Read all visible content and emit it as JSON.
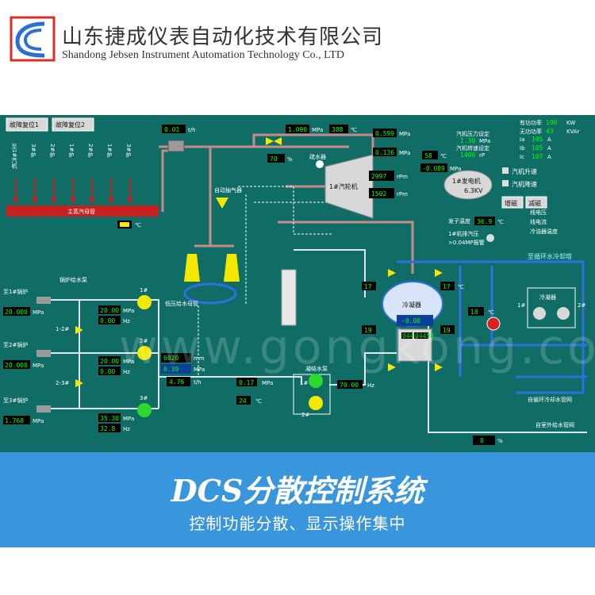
{
  "company": {
    "name_cn": "山东捷成仪表自动化技术有限公司",
    "name_en": "Shandong Jebsen Instrument Automation Technology Co., LTD"
  },
  "scada": {
    "buttons": {
      "fault_reset_1": "故障复位1",
      "fault_reset_2": "故障复位2",
      "increase_mag": "增磁",
      "decrease_mag": "减磁"
    },
    "boilers": [
      "至1#汽机",
      "3#炉",
      "2#炉",
      "1#炉",
      "2#炉",
      "1#炉",
      "3#炉"
    ],
    "header_label": "主蒸汽母管",
    "top_flow": {
      "value": "0.01",
      "unit": "t/h"
    },
    "steam_pressure": {
      "value": "1.090",
      "unit": "MPa"
    },
    "steam_temp": {
      "value": "388",
      "unit": "℃"
    },
    "exhaust_pressure": {
      "value": "0.599",
      "unit": "MPa"
    },
    "exhaust_temp": {
      "value": "0.136",
      "unit": "MPa"
    },
    "valve_open": {
      "value": "70",
      "unit": "%"
    },
    "turbine": {
      "label": "1#汽轮机",
      "speed1": "2997",
      "speed2": "1502",
      "unit": "rPm"
    },
    "generator": {
      "label": "1#发电机",
      "voltage": "6.3KV"
    },
    "gen_temp": {
      "value": "58",
      "unit": "℃"
    },
    "gen_neg": {
      "value": "-0.089",
      "unit": "MPa"
    },
    "power": {
      "active_label": "有功功率",
      "active": "190",
      "active_unit": "KW",
      "reactive_label": "无功功率",
      "reactive": "43",
      "reactive_unit": "KVAr"
    },
    "turbine_settings": {
      "pressure_label": "汽机压力设定",
      "pressure": "1.30",
      "pressure_unit": "MPa",
      "speed_label": "汽机转速设定",
      "speed": "1400",
      "speed_unit": "rP"
    },
    "currents": {
      "ia": "105",
      "ib": "105",
      "ic": "107",
      "unit": "A"
    },
    "buttons2": {
      "turbine_up": "汽机升速",
      "turbine_down": "汽机降速"
    },
    "right_labels": [
      "线电压",
      "线电流",
      "冷油器温度"
    ],
    "drain": "疏水器",
    "auto_exhaust": "自动抽气器",
    "rotor_temp": {
      "label": "发子温度",
      "value": "36.9",
      "unit": "℃"
    },
    "exhaust_alarm": {
      "line1": "1#机排汽压",
      "line2": ">0.04MP报警"
    },
    "to_cooling_tower": "至循环水冷却塔",
    "boiler_pump": "锅炉给水泵",
    "low_tank": "低压给水母管",
    "feed_lines": [
      {
        "label": "至1#锅炉",
        "flow": "20.000",
        "unit": "MPa"
      },
      {
        "label": "至2#锅炉",
        "flow": "20.000",
        "unit": "MPa"
      },
      {
        "label": "至3#锅炉",
        "flow": "1.768",
        "unit": "MPa"
      }
    ],
    "pumps": [
      {
        "name": "1#",
        "pressure": "20.00",
        "freq": "0.00"
      },
      {
        "name": "2#",
        "pressure": "20.00",
        "freq": "0.00"
      },
      {
        "name": "3#",
        "pressure": "35.30",
        "freq": "32.8"
      }
    ],
    "pump_units": {
      "pressure": "MPa",
      "freq": "Hz"
    },
    "valve_labels": [
      "1-2#",
      "2-3#"
    ],
    "tank_values": [
      "6020",
      "0.39",
      "4.76"
    ],
    "tank_units": [
      "mm",
      "MPa",
      "t/h"
    ],
    "condensate_pump": "凝结水泵",
    "cond_pressure": {
      "value": "0.17",
      "unit": "MPa"
    },
    "cond_temp": {
      "value": "24",
      "unit": "℃"
    },
    "cond_freq": {
      "value": "70.00",
      "unit": "Hz"
    },
    "cond_pump_names": [
      "1#",
      "2#"
    ],
    "condenser": {
      "label": "冷凝器",
      "reading": "-0.00"
    },
    "cond_temps": [
      "17",
      "17",
      "19",
      "19"
    ],
    "cond_temp_unit": "℃",
    "cooling_temp": {
      "value": "18",
      "unit": "℃"
    },
    "cooler": {
      "label": "冷凝器",
      "names": [
        "1#",
        "2#"
      ]
    },
    "return_line": "自循环冷却水管网",
    "supply_line": "自室外给水管网",
    "flow_out": {
      "value": "0",
      "unit": "%"
    },
    "small_displays": [
      "04458",
      "04458"
    ],
    "header_temp_unit": "℃"
  },
  "watermark": "www.gongkong.com",
  "banner": {
    "title": "DCS分散控制系统",
    "subtitle": "控制功能分散、显示操作集中"
  }
}
